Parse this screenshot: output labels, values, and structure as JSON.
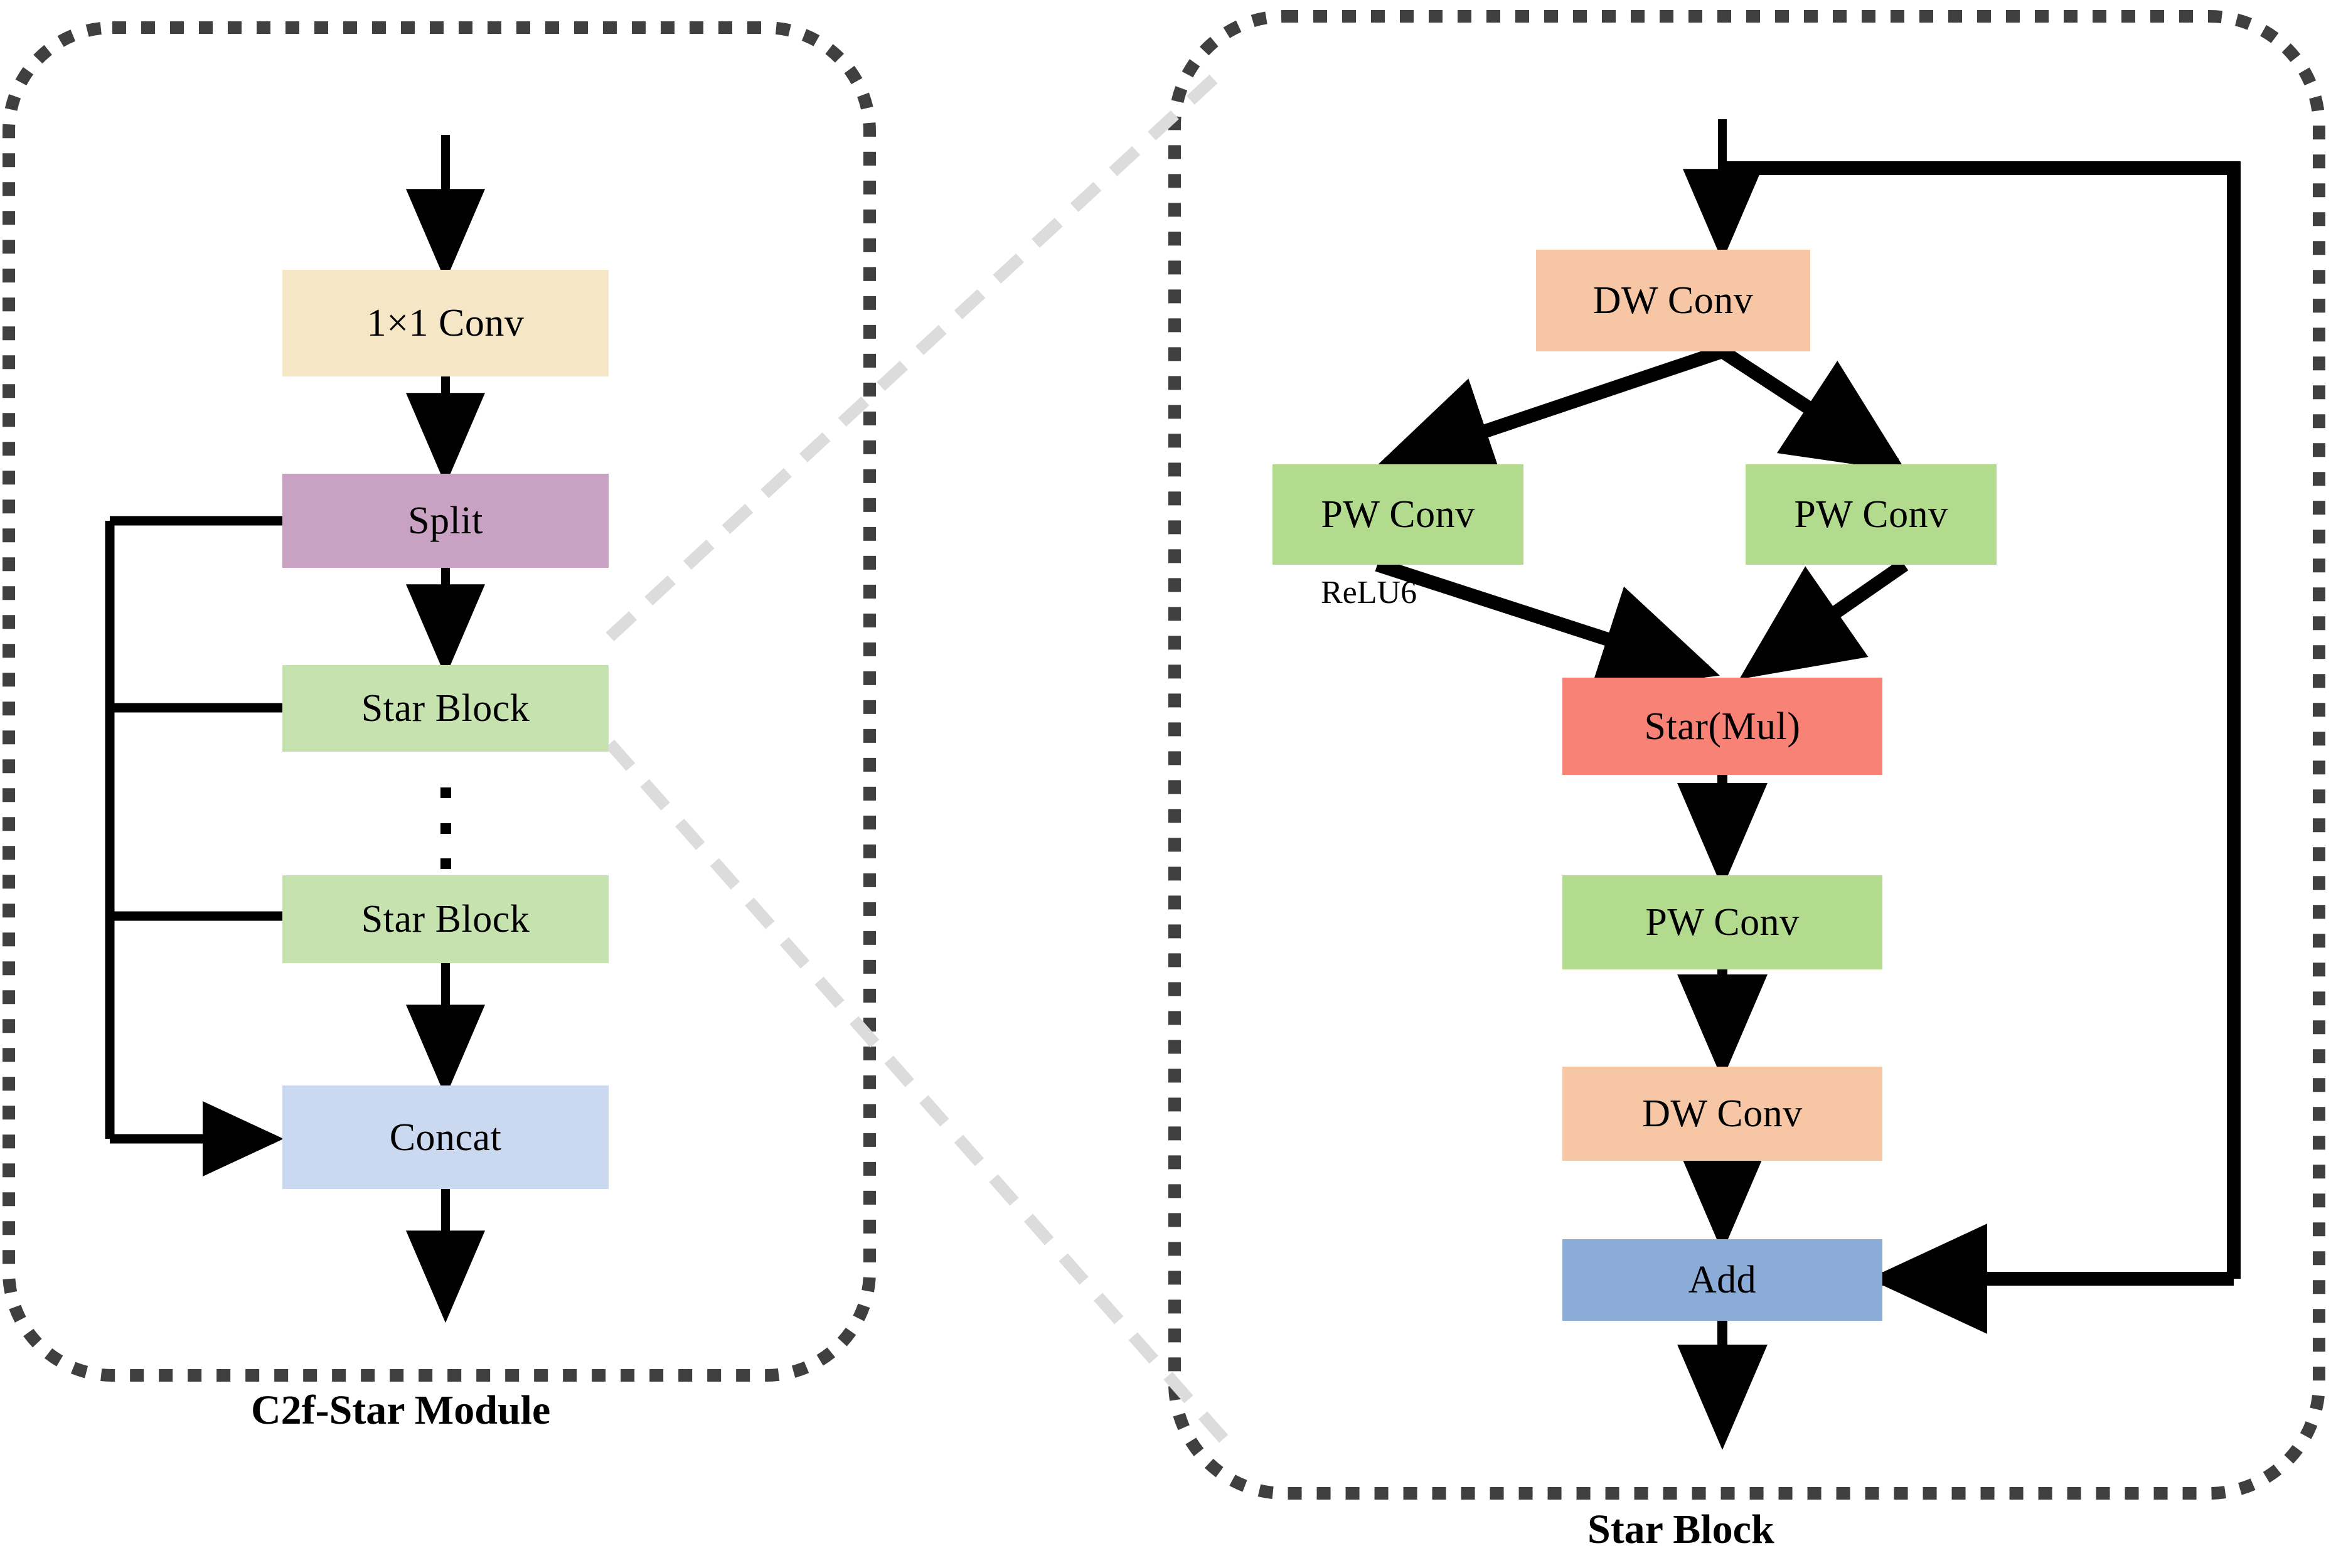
{
  "diagram": {
    "title": "C2f-Star Module and Star Block architecture",
    "panels": [
      {
        "id": "c2f_star",
        "caption": "C2f-Star Module"
      },
      {
        "id": "star_block",
        "caption": "Star Block"
      }
    ],
    "colors": {
      "conv1x1": "#F5E7C5",
      "split": "#C9A1C2",
      "star_block": "#C5E2AF",
      "concat": "#CBD9F0",
      "dw_conv": "#F7C6A4",
      "pw_conv": "#B3DB8E",
      "star_mul": "#F88275",
      "add": "#8CACD8",
      "panel_border": "#3F3F3F",
      "zoom_connector": "#DCDCDC",
      "arrow": "#000000"
    }
  },
  "left_panel": {
    "caption": "C2f-Star Module",
    "nodes": [
      {
        "id": "conv1x1",
        "label": "1×1 Conv"
      },
      {
        "id": "split",
        "label": "Split"
      },
      {
        "id": "starblock1",
        "label": "Star Block"
      },
      {
        "id": "starblock2",
        "label": "Star Block"
      },
      {
        "id": "concat",
        "label": "Concat"
      }
    ],
    "ellipsis": "⋮"
  },
  "right_panel": {
    "caption": "Star Block",
    "nodes": [
      {
        "id": "dwconv_top",
        "label": "DW Conv"
      },
      {
        "id": "pwconv_left",
        "label": "PW Conv"
      },
      {
        "id": "pwconv_right",
        "label": "PW Conv"
      },
      {
        "id": "starmul",
        "label": "Star(Mul)"
      },
      {
        "id": "pwconv_mid",
        "label": "PW Conv"
      },
      {
        "id": "dwconv_bot",
        "label": "DW Conv"
      },
      {
        "id": "add",
        "label": "Add"
      }
    ],
    "annotations": [
      {
        "id": "relu6",
        "label": "ReLU6"
      }
    ]
  }
}
